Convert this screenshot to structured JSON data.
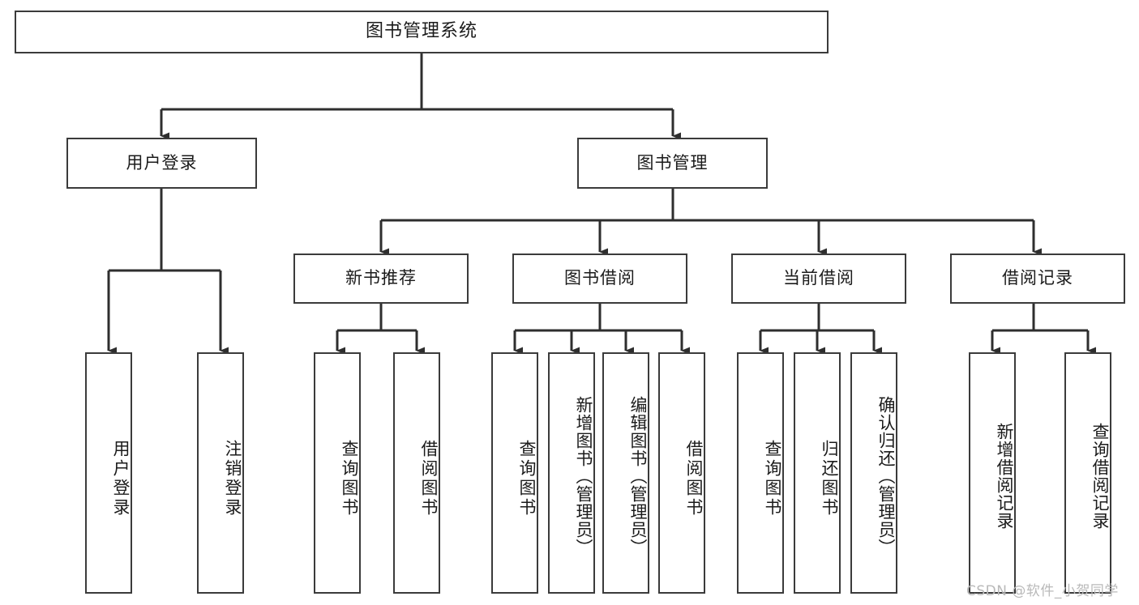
{
  "diagram": {
    "title": "图书管理系统",
    "type": "functional-structure-tree",
    "watermark": "CSDN @软件_小贺同学",
    "colors": {
      "node_border": "#3b3b3b",
      "node_fill": "#ffffff",
      "edge": "#2e2e2e",
      "text": "#1b1b1b",
      "watermark": "#b9b9b9"
    },
    "levels": {
      "level1": [
        {
          "id": "root",
          "label": "图书管理系统"
        }
      ],
      "level2": [
        {
          "id": "user-login",
          "label": "用户登录",
          "parent": "root"
        },
        {
          "id": "book-management",
          "label": "图书管理",
          "parent": "root"
        }
      ],
      "level3": [
        {
          "id": "new-book-recommend",
          "label": "新书推荐",
          "parent": "book-management"
        },
        {
          "id": "book-borrow",
          "label": "图书借阅",
          "parent": "book-management"
        },
        {
          "id": "current-borrow",
          "label": "当前借阅",
          "parent": "book-management"
        },
        {
          "id": "borrow-record",
          "label": "借阅记录",
          "parent": "book-management"
        }
      ],
      "leaves": [
        {
          "id": "leaf-user-login",
          "label": "用户登录",
          "parent": "user-login"
        },
        {
          "id": "leaf-logout-login",
          "label": "注销登录",
          "parent": "user-login"
        },
        {
          "id": "leaf-query-book-1",
          "label": "查询图书",
          "parent": "new-book-recommend"
        },
        {
          "id": "leaf-borrow-book-1",
          "label": "借阅图书",
          "parent": "new-book-recommend"
        },
        {
          "id": "leaf-query-book-2",
          "label": "查询图书",
          "parent": "book-borrow"
        },
        {
          "id": "leaf-add-book",
          "label": "新增图书（管理员）",
          "parent": "book-borrow"
        },
        {
          "id": "leaf-edit-book",
          "label": "编辑图书（管理员）",
          "parent": "book-borrow"
        },
        {
          "id": "leaf-borrow-book-2",
          "label": "借阅图书",
          "parent": "book-borrow"
        },
        {
          "id": "leaf-query-book-3",
          "label": "查询图书",
          "parent": "current-borrow"
        },
        {
          "id": "leaf-return-book",
          "label": "归还图书",
          "parent": "current-borrow"
        },
        {
          "id": "leaf-confirm-return",
          "label": "确认归还（管理员）",
          "parent": "current-borrow"
        },
        {
          "id": "leaf-add-record",
          "label": "新增借阅记录",
          "parent": "borrow-record"
        },
        {
          "id": "leaf-query-record",
          "label": "查询借阅记录",
          "parent": "borrow-record"
        }
      ]
    }
  }
}
